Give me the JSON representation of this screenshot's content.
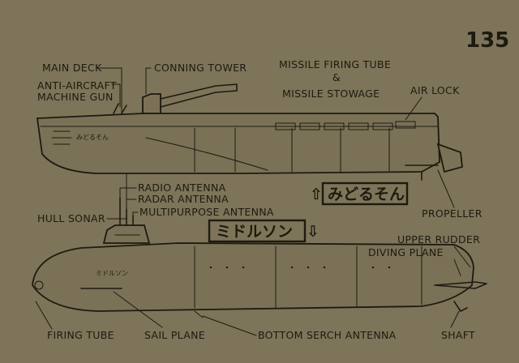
{
  "page_number": "135",
  "upper_ship": {
    "hull_name": "みどるそん",
    "labels": {
      "main_deck": "MAIN DECK",
      "anti_aircraft_gun": "ANTI-AIRCRAFT MACHINE GUN",
      "conning_tower": "CONNING TOWER",
      "missile_firing_tube": "MISSILE FIRING TUBE",
      "ampersand": "&",
      "missile_stowage": "MISSILE STOWAGE",
      "air_lock": "AIR LOCK",
      "hull_sonar": "HULL SONAR",
      "propeller": "PROPELLER"
    }
  },
  "lower_ship": {
    "hull_name": "ミドルソン",
    "labels": {
      "radio_antenna": "RADIO ANTENNA",
      "radar_antenna": "RADAR ANTENNA",
      "multipurpose_antenna": "MULTIPURPOSE ANTENNA",
      "upper_rudder": "UPPER RUDDER",
      "diving_plane": "DIVING PLANE",
      "firing_tube": "FIRING TUBE",
      "sail_plane": "SAIL PLANE",
      "bottom_search_antenna": "BOTTOM SERCH ANTENNA",
      "shaft": "SHAFT"
    }
  },
  "name_boxes": {
    "hiragana": "みどるそん",
    "katakana": "ミドルソン",
    "arrow_up": "⇧",
    "arrow_down": "⇩"
  },
  "colors": {
    "background": "#7d7459",
    "ink": "#1e1a10"
  }
}
